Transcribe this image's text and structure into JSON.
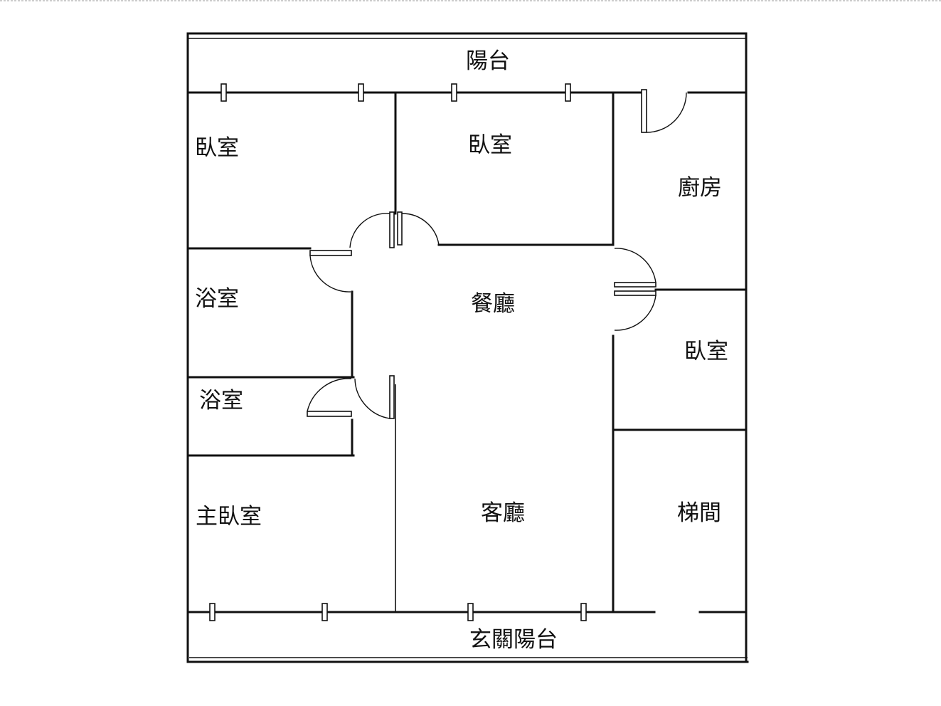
{
  "rooms": {
    "balcony": "陽台",
    "bedroom_top_left": "臥室",
    "bedroom_top_middle": "臥室",
    "kitchen": "廚房",
    "bathroom_upper": "浴室",
    "dining_room": "餐廳",
    "bedroom_right": "臥室",
    "bathroom_lower": "浴室",
    "master_bedroom": "主臥室",
    "living_room": "客廳",
    "stairwell": "梯間",
    "entrance_balcony": "玄關陽台"
  },
  "colors": {
    "line": "#111111",
    "background": "#ffffff"
  }
}
